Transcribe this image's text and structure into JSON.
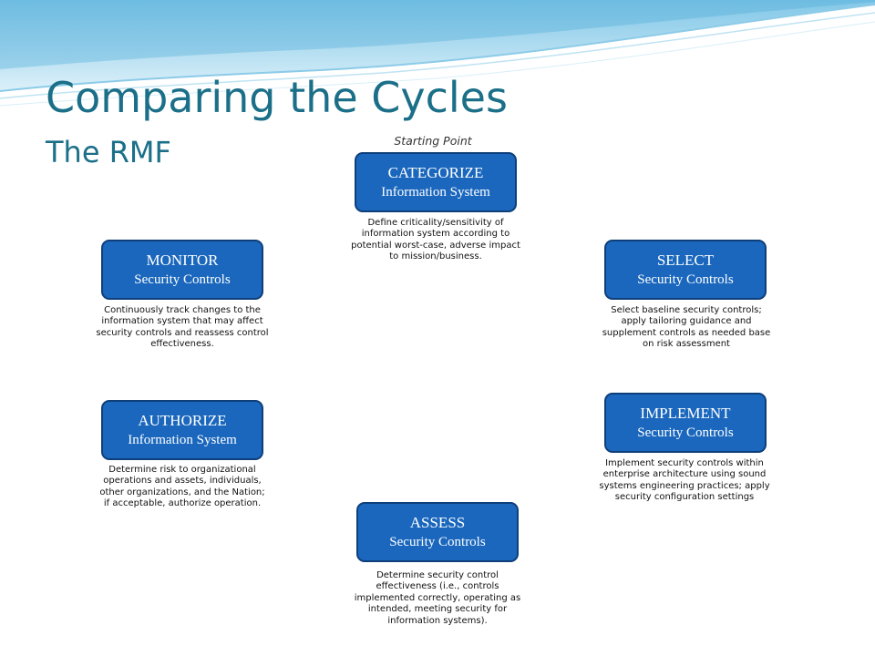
{
  "slide": {
    "title": "Comparing the Cycles",
    "subtitle": "The RMF",
    "starting_point": "Starting Point"
  },
  "steps": {
    "categorize": {
      "title": "CATEGORIZE",
      "subtitle": "Information System",
      "description": "Define criticality/sensitivity of information system according to potential worst-case, adverse impact to mission/business."
    },
    "select": {
      "title": "SELECT",
      "subtitle": "Security Controls",
      "description": "Select baseline security controls; apply tailoring guidance and supplement controls as needed base on risk assessment"
    },
    "implement": {
      "title": "IMPLEMENT",
      "subtitle": "Security Controls",
      "description": "Implement security controls within enterprise architecture using sound systems engineering practices; apply security configuration settings"
    },
    "assess": {
      "title": "ASSESS",
      "subtitle": "Security Controls",
      "description": "Determine security control effectiveness (i.e., controls implemented correctly, operating as intended, meeting security for information systems)."
    },
    "authorize": {
      "title": "AUTHORIZE",
      "subtitle": "Information System",
      "description": "Determine risk to organizational operations and assets, individuals, other organizations, and the Nation; if acceptable, authorize operation."
    },
    "monitor": {
      "title": "MONITOR",
      "subtitle": "Security Controls",
      "description": "Continuously track changes to the information system that may affect security controls and reassess control effectiveness."
    }
  },
  "colors": {
    "title": "#1b6f88",
    "box_fill": "#1a67bd",
    "box_border": "#0e3f7a",
    "wave": "#7fc6e6"
  }
}
